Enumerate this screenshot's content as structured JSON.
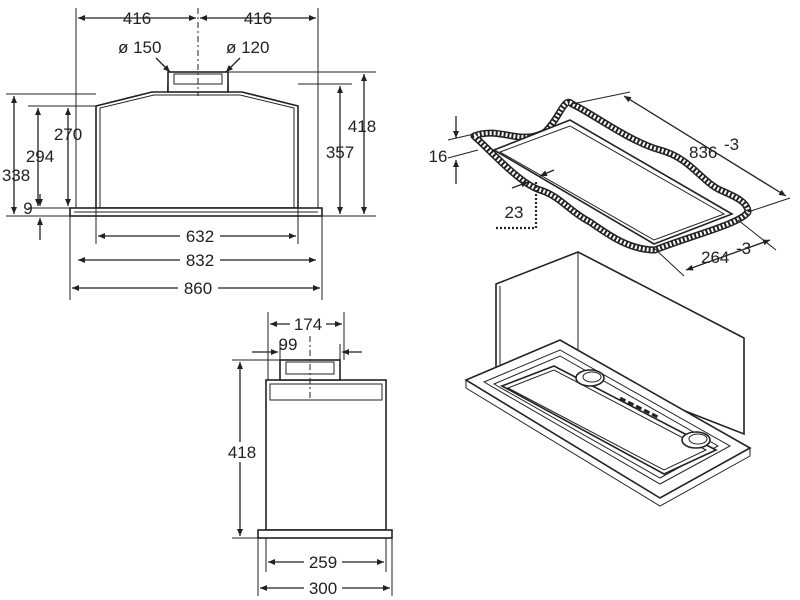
{
  "front_view": {
    "width_left": "416",
    "width_right": "416",
    "duct_150": "ø 150",
    "duct_120": "ø 120",
    "h_270": "270",
    "h_294": "294",
    "h_338": "338",
    "h_9": "9",
    "h_418": "418",
    "h_357": "357",
    "w_632": "632",
    "w_832": "832",
    "w_860": "860"
  },
  "side_view": {
    "w_174": "174",
    "w_99": "99",
    "h_418": "418",
    "w_259": "259",
    "w_300": "300"
  },
  "cutout_view": {
    "length": "836",
    "length_tol": "-3",
    "depth": "264",
    "depth_tol": "-3",
    "thickness": "16",
    "offset": "23"
  }
}
